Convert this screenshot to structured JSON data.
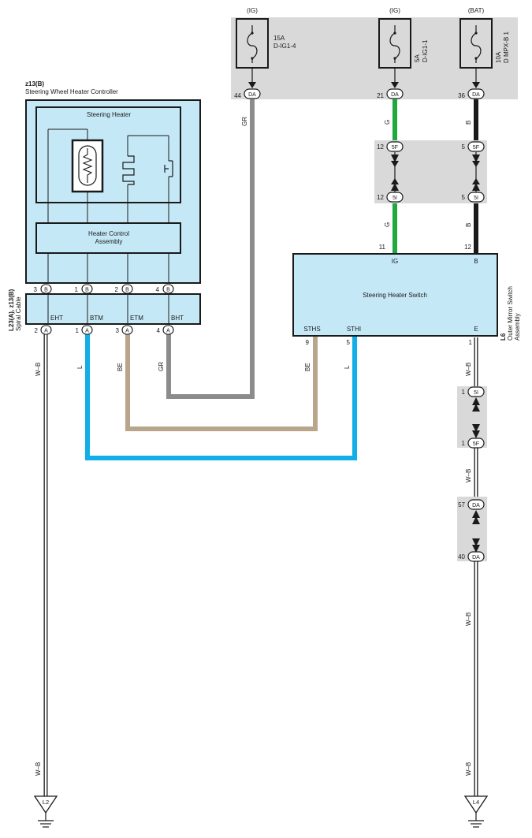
{
  "fuses": [
    {
      "source": "(IG)",
      "rating": "15A",
      "name": "D-IG1-4",
      "pin": "44",
      "conn": "DA"
    },
    {
      "source": "(IG)",
      "rating": "5A",
      "name": "D-IG1-1",
      "pin": "21",
      "conn": "DA"
    },
    {
      "source": "(BAT)",
      "rating": "10A",
      "name": "D MPX-B 1",
      "pin": "36",
      "conn": "DA"
    }
  ],
  "controller": {
    "code": "z13(B)",
    "name": "Steering Wheel Heater Controller",
    "heater_label": "Steering Heater",
    "control_label_1": "Heater Control",
    "control_label_2": "Assembly",
    "pins": [
      {
        "num": "3",
        "conn": "B"
      },
      {
        "num": "1",
        "conn": "B"
      },
      {
        "num": "2",
        "conn": "B"
      },
      {
        "num": "4",
        "conn": "B"
      }
    ]
  },
  "spiral_cable": {
    "code": "L23(A), z13(B)",
    "name": "Spiral Cable",
    "terminals": [
      "EHT",
      "BTM",
      "ETM",
      "BHT"
    ],
    "pins": [
      {
        "num": "2",
        "conn": "A"
      },
      {
        "num": "1",
        "conn": "A"
      },
      {
        "num": "3",
        "conn": "A"
      },
      {
        "num": "4",
        "conn": "A"
      }
    ]
  },
  "switch": {
    "code": "L6",
    "name_1": "Outer Mirror Switch",
    "name_2": "Assembly",
    "label": "Steering Heater Switch",
    "top_terminals": [
      {
        "pin": "11",
        "name": "IG"
      },
      {
        "pin": "12",
        "name": "B"
      }
    ],
    "bottom_terminals": [
      {
        "pin": "9",
        "name": "STHS"
      },
      {
        "pin": "5",
        "name": "STHI"
      },
      {
        "pin": "1",
        "name": "E"
      }
    ]
  },
  "junctions": {
    "upper": [
      {
        "pin": "12",
        "conn": "5F"
      },
      {
        "pin": "5",
        "conn": "5F"
      },
      {
        "pin": "12",
        "conn": "5I"
      },
      {
        "pin": "5",
        "conn": "5I"
      }
    ],
    "lower_1": [
      {
        "pin": "1",
        "conn": "5I"
      },
      {
        "pin": "1",
        "conn": "5F"
      }
    ],
    "lower_2": [
      {
        "pin": "57",
        "conn": "DA"
      },
      {
        "pin": "40",
        "conn": "DA"
      }
    ]
  },
  "wire_labels": {
    "gr_1": "GR",
    "g_1": "G",
    "b_1": "B",
    "g_2": "G",
    "b_2": "B",
    "wb_1": "W–B",
    "l_1": "L",
    "be_1": "BE",
    "gr_2": "GR",
    "be_2": "BE",
    "l_2": "L",
    "wb_2": "W–B",
    "wb_3": "W–B",
    "wb_4": "W–B",
    "wb_5": "W–B",
    "wb_6": "W–B"
  },
  "grounds": [
    "L2",
    "L4"
  ],
  "colors": {
    "panel_gray": "#d9d9d9",
    "component_fill": "#c5e8f7",
    "wire_gray": "#8c8c8c",
    "wire_green": "#1fa83d",
    "wire_black": "#1a1a1a",
    "wire_blue": "#12aee8",
    "wire_tan": "#b9a58c"
  }
}
